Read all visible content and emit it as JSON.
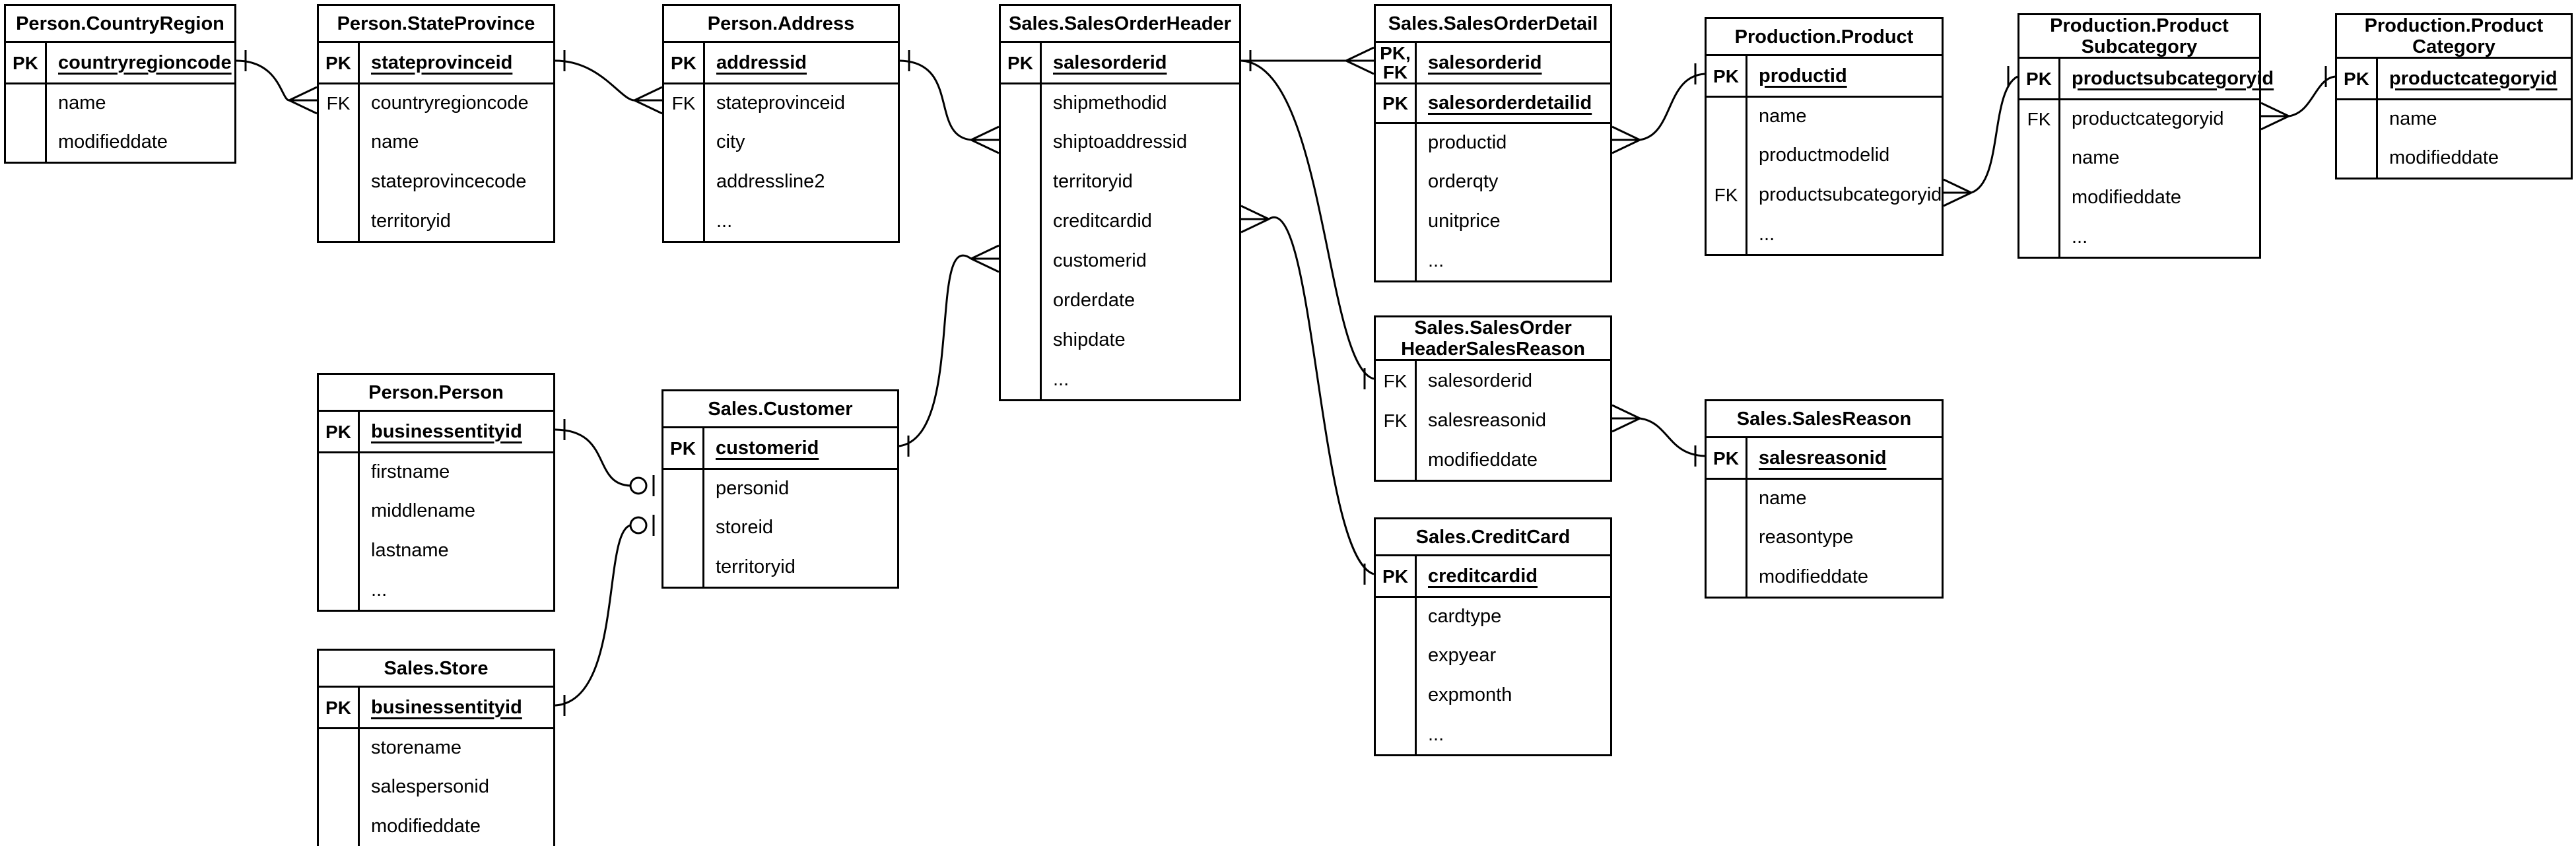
{
  "diagram": {
    "tables": [
      {
        "id": "countryregion",
        "title": "Person.CountryRegion",
        "rows": [
          {
            "key": "PK",
            "label": "countryregioncode",
            "pk": true,
            "sep": false
          },
          {
            "key": "",
            "label": "name",
            "pk": false,
            "sep": true
          },
          {
            "key": "",
            "label": "modifieddate",
            "pk": false,
            "sep": false
          }
        ]
      },
      {
        "id": "stateprovince",
        "title": "Person.StateProvince",
        "rows": [
          {
            "key": "PK",
            "label": "stateprovinceid",
            "pk": true,
            "sep": false
          },
          {
            "key": "FK",
            "label": "countryregioncode",
            "pk": false,
            "sep": true
          },
          {
            "key": "",
            "label": "name",
            "pk": false,
            "sep": false
          },
          {
            "key": "",
            "label": "stateprovincecode",
            "pk": false,
            "sep": false
          },
          {
            "key": "",
            "label": "territoryid",
            "pk": false,
            "sep": false
          }
        ]
      },
      {
        "id": "address",
        "title": "Person.Address",
        "rows": [
          {
            "key": "PK",
            "label": "addressid",
            "pk": true,
            "sep": false
          },
          {
            "key": "FK",
            "label": "stateprovinceid",
            "pk": false,
            "sep": true
          },
          {
            "key": "",
            "label": "city",
            "pk": false,
            "sep": false
          },
          {
            "key": "",
            "label": "addressline2",
            "pk": false,
            "sep": false
          },
          {
            "key": "",
            "label": "...",
            "pk": false,
            "sep": false
          }
        ]
      },
      {
        "id": "salesorderheader",
        "title": "Sales.SalesOrderHeader",
        "rows": [
          {
            "key": "PK",
            "label": "salesorderid",
            "pk": true,
            "sep": false
          },
          {
            "key": "",
            "label": "shipmethodid",
            "pk": false,
            "sep": true
          },
          {
            "key": "",
            "label": "shiptoaddressid",
            "pk": false,
            "sep": false
          },
          {
            "key": "",
            "label": "territoryid",
            "pk": false,
            "sep": false
          },
          {
            "key": "",
            "label": "creditcardid",
            "pk": false,
            "sep": false
          },
          {
            "key": "",
            "label": "customerid",
            "pk": false,
            "sep": false
          },
          {
            "key": "",
            "label": "orderdate",
            "pk": false,
            "sep": false
          },
          {
            "key": "",
            "label": "shipdate",
            "pk": false,
            "sep": false
          },
          {
            "key": "",
            "label": "...",
            "pk": false,
            "sep": false
          }
        ]
      },
      {
        "id": "salesorderdetail",
        "title": "Sales.SalesOrderDetail",
        "rows": [
          {
            "key": "PK,\nFK",
            "label": "salesorderid",
            "pk": true,
            "sep": false
          },
          {
            "key": "PK",
            "label": "salesorderdetailid",
            "pk": true,
            "sep": true
          },
          {
            "key": "",
            "label": "productid",
            "pk": false,
            "sep": true
          },
          {
            "key": "",
            "label": "orderqty",
            "pk": false,
            "sep": false
          },
          {
            "key": "",
            "label": "unitprice",
            "pk": false,
            "sep": false
          },
          {
            "key": "",
            "label": "...",
            "pk": false,
            "sep": false
          }
        ]
      },
      {
        "id": "product",
        "title": "Production.Product",
        "rows": [
          {
            "key": "PK",
            "label": "productid",
            "pk": true,
            "sep": false
          },
          {
            "key": "",
            "label": "name",
            "pk": false,
            "sep": true
          },
          {
            "key": "",
            "label": "productmodelid",
            "pk": false,
            "sep": false
          },
          {
            "key": "FK",
            "label": "productsubcategoryid",
            "pk": false,
            "sep": false
          },
          {
            "key": "",
            "label": "...",
            "pk": false,
            "sep": false
          }
        ]
      },
      {
        "id": "productsubcategory",
        "title": "Production.Product\nSubcategory",
        "rows": [
          {
            "key": "PK",
            "label": "productsubcategoryid",
            "pk": true,
            "sep": false
          },
          {
            "key": "FK",
            "label": "productcategoryid",
            "pk": false,
            "sep": true
          },
          {
            "key": "",
            "label": "name",
            "pk": false,
            "sep": false
          },
          {
            "key": "",
            "label": "modifieddate",
            "pk": false,
            "sep": false
          },
          {
            "key": "",
            "label": "...",
            "pk": false,
            "sep": false
          }
        ]
      },
      {
        "id": "productcategory",
        "title": "Production.Product\nCategory",
        "rows": [
          {
            "key": "PK",
            "label": "productcategoryid",
            "pk": true,
            "sep": false
          },
          {
            "key": "",
            "label": "name",
            "pk": false,
            "sep": true
          },
          {
            "key": "",
            "label": "modifieddate",
            "pk": false,
            "sep": false
          }
        ]
      },
      {
        "id": "person",
        "title": "Person.Person",
        "rows": [
          {
            "key": "PK",
            "label": "businessentityid",
            "pk": true,
            "sep": false
          },
          {
            "key": "",
            "label": "firstname",
            "pk": false,
            "sep": true
          },
          {
            "key": "",
            "label": "middlename",
            "pk": false,
            "sep": false
          },
          {
            "key": "",
            "label": "lastname",
            "pk": false,
            "sep": false
          },
          {
            "key": "",
            "label": "...",
            "pk": false,
            "sep": false
          }
        ]
      },
      {
        "id": "customer",
        "title": "Sales.Customer",
        "rows": [
          {
            "key": "PK",
            "label": "customerid",
            "pk": true,
            "sep": false
          },
          {
            "key": "",
            "label": "personid",
            "pk": false,
            "sep": true
          },
          {
            "key": "",
            "label": "storeid",
            "pk": false,
            "sep": false
          },
          {
            "key": "",
            "label": "territoryid",
            "pk": false,
            "sep": false
          }
        ]
      },
      {
        "id": "sohsr",
        "title": "Sales.SalesOrder\nHeaderSalesReason",
        "rows": [
          {
            "key": "FK",
            "label": "salesorderid",
            "pk": false,
            "sep": false
          },
          {
            "key": "FK",
            "label": "salesreasonid",
            "pk": false,
            "sep": false
          },
          {
            "key": "",
            "label": "modifieddate",
            "pk": false,
            "sep": false
          }
        ]
      },
      {
        "id": "salesreason",
        "title": "Sales.SalesReason",
        "rows": [
          {
            "key": "PK",
            "label": "salesreasonid",
            "pk": true,
            "sep": false
          },
          {
            "key": "",
            "label": "name",
            "pk": false,
            "sep": true
          },
          {
            "key": "",
            "label": "reasontype",
            "pk": false,
            "sep": false
          },
          {
            "key": "",
            "label": "modifieddate",
            "pk": false,
            "sep": false
          }
        ]
      },
      {
        "id": "creditcard",
        "title": "Sales.CreditCard",
        "rows": [
          {
            "key": "PK",
            "label": "creditcardid",
            "pk": true,
            "sep": false
          },
          {
            "key": "",
            "label": "cardtype",
            "pk": false,
            "sep": true
          },
          {
            "key": "",
            "label": "expyear",
            "pk": false,
            "sep": false
          },
          {
            "key": "",
            "label": "expmonth",
            "pk": false,
            "sep": false
          },
          {
            "key": "",
            "label": "...",
            "pk": false,
            "sep": false
          }
        ]
      },
      {
        "id": "store",
        "title": "Sales.Store",
        "rows": [
          {
            "key": "PK",
            "label": "businessentityid",
            "pk": true,
            "sep": false
          },
          {
            "key": "",
            "label": "storename",
            "pk": false,
            "sep": true
          },
          {
            "key": "",
            "label": "salespersonid",
            "pk": false,
            "sep": false
          },
          {
            "key": "",
            "label": "modifieddate",
            "pk": false,
            "sep": false
          }
        ]
      }
    ],
    "relationships": [
      {
        "from_table": "Person.CountryRegion",
        "from_field": "countryregioncode",
        "from_cardinality": "one",
        "to_table": "Person.StateProvince",
        "to_field": "countryregioncode",
        "to_cardinality": "many"
      },
      {
        "from_table": "Person.StateProvince",
        "from_field": "stateprovinceid",
        "from_cardinality": "one",
        "to_table": "Person.Address",
        "to_field": "stateprovinceid",
        "to_cardinality": "many"
      },
      {
        "from_table": "Person.Address",
        "from_field": "addressid",
        "from_cardinality": "one",
        "to_table": "Sales.SalesOrderHeader",
        "to_field": "shiptoaddressid",
        "to_cardinality": "many"
      },
      {
        "from_table": "Sales.Customer",
        "from_field": "customerid",
        "from_cardinality": "one",
        "to_table": "Sales.SalesOrderHeader",
        "to_field": "customerid",
        "to_cardinality": "many"
      },
      {
        "from_table": "Sales.SalesOrderHeader",
        "from_field": "salesorderid",
        "from_cardinality": "one",
        "to_table": "Sales.SalesOrderDetail",
        "to_field": "salesorderid",
        "to_cardinality": "many"
      },
      {
        "from_table": "Sales.SalesOrderHeader",
        "from_field": "salesorderid",
        "from_cardinality": "one",
        "to_table": "Sales.SalesOrderHeaderSalesReason",
        "to_field": "salesorderid",
        "to_cardinality": "one"
      },
      {
        "from_table": "Sales.SalesOrderHeader",
        "from_field": "creditcardid",
        "from_cardinality": "many",
        "to_table": "Sales.CreditCard",
        "to_field": "creditcardid",
        "to_cardinality": "one"
      },
      {
        "from_table": "Sales.SalesOrderDetail",
        "from_field": "productid",
        "from_cardinality": "many",
        "to_table": "Production.Product",
        "to_field": "productid",
        "to_cardinality": "one"
      },
      {
        "from_table": "Production.Product",
        "from_field": "productsubcategoryid",
        "from_cardinality": "many",
        "to_table": "Production.ProductSubcategory",
        "to_field": "productsubcategoryid",
        "to_cardinality": "one"
      },
      {
        "from_table": "Production.ProductSubcategory",
        "from_field": "productcategoryid",
        "from_cardinality": "many",
        "to_table": "Production.ProductCategory",
        "to_field": "productcategoryid",
        "to_cardinality": "one"
      },
      {
        "from_table": "Sales.SalesOrderHeaderSalesReason",
        "from_field": "salesreasonid",
        "from_cardinality": "many",
        "to_table": "Sales.SalesReason",
        "to_field": "salesreasonid",
        "to_cardinality": "one"
      },
      {
        "from_table": "Person.Person",
        "from_field": "businessentityid",
        "from_cardinality": "one",
        "to_table": "Sales.Customer",
        "to_field": "personid",
        "to_cardinality": "zero-or-one"
      },
      {
        "from_table": "Sales.Store",
        "from_field": "businessentityid",
        "from_cardinality": "one",
        "to_table": "Sales.Customer",
        "to_field": "storeid",
        "to_cardinality": "zero-or-one"
      }
    ]
  }
}
